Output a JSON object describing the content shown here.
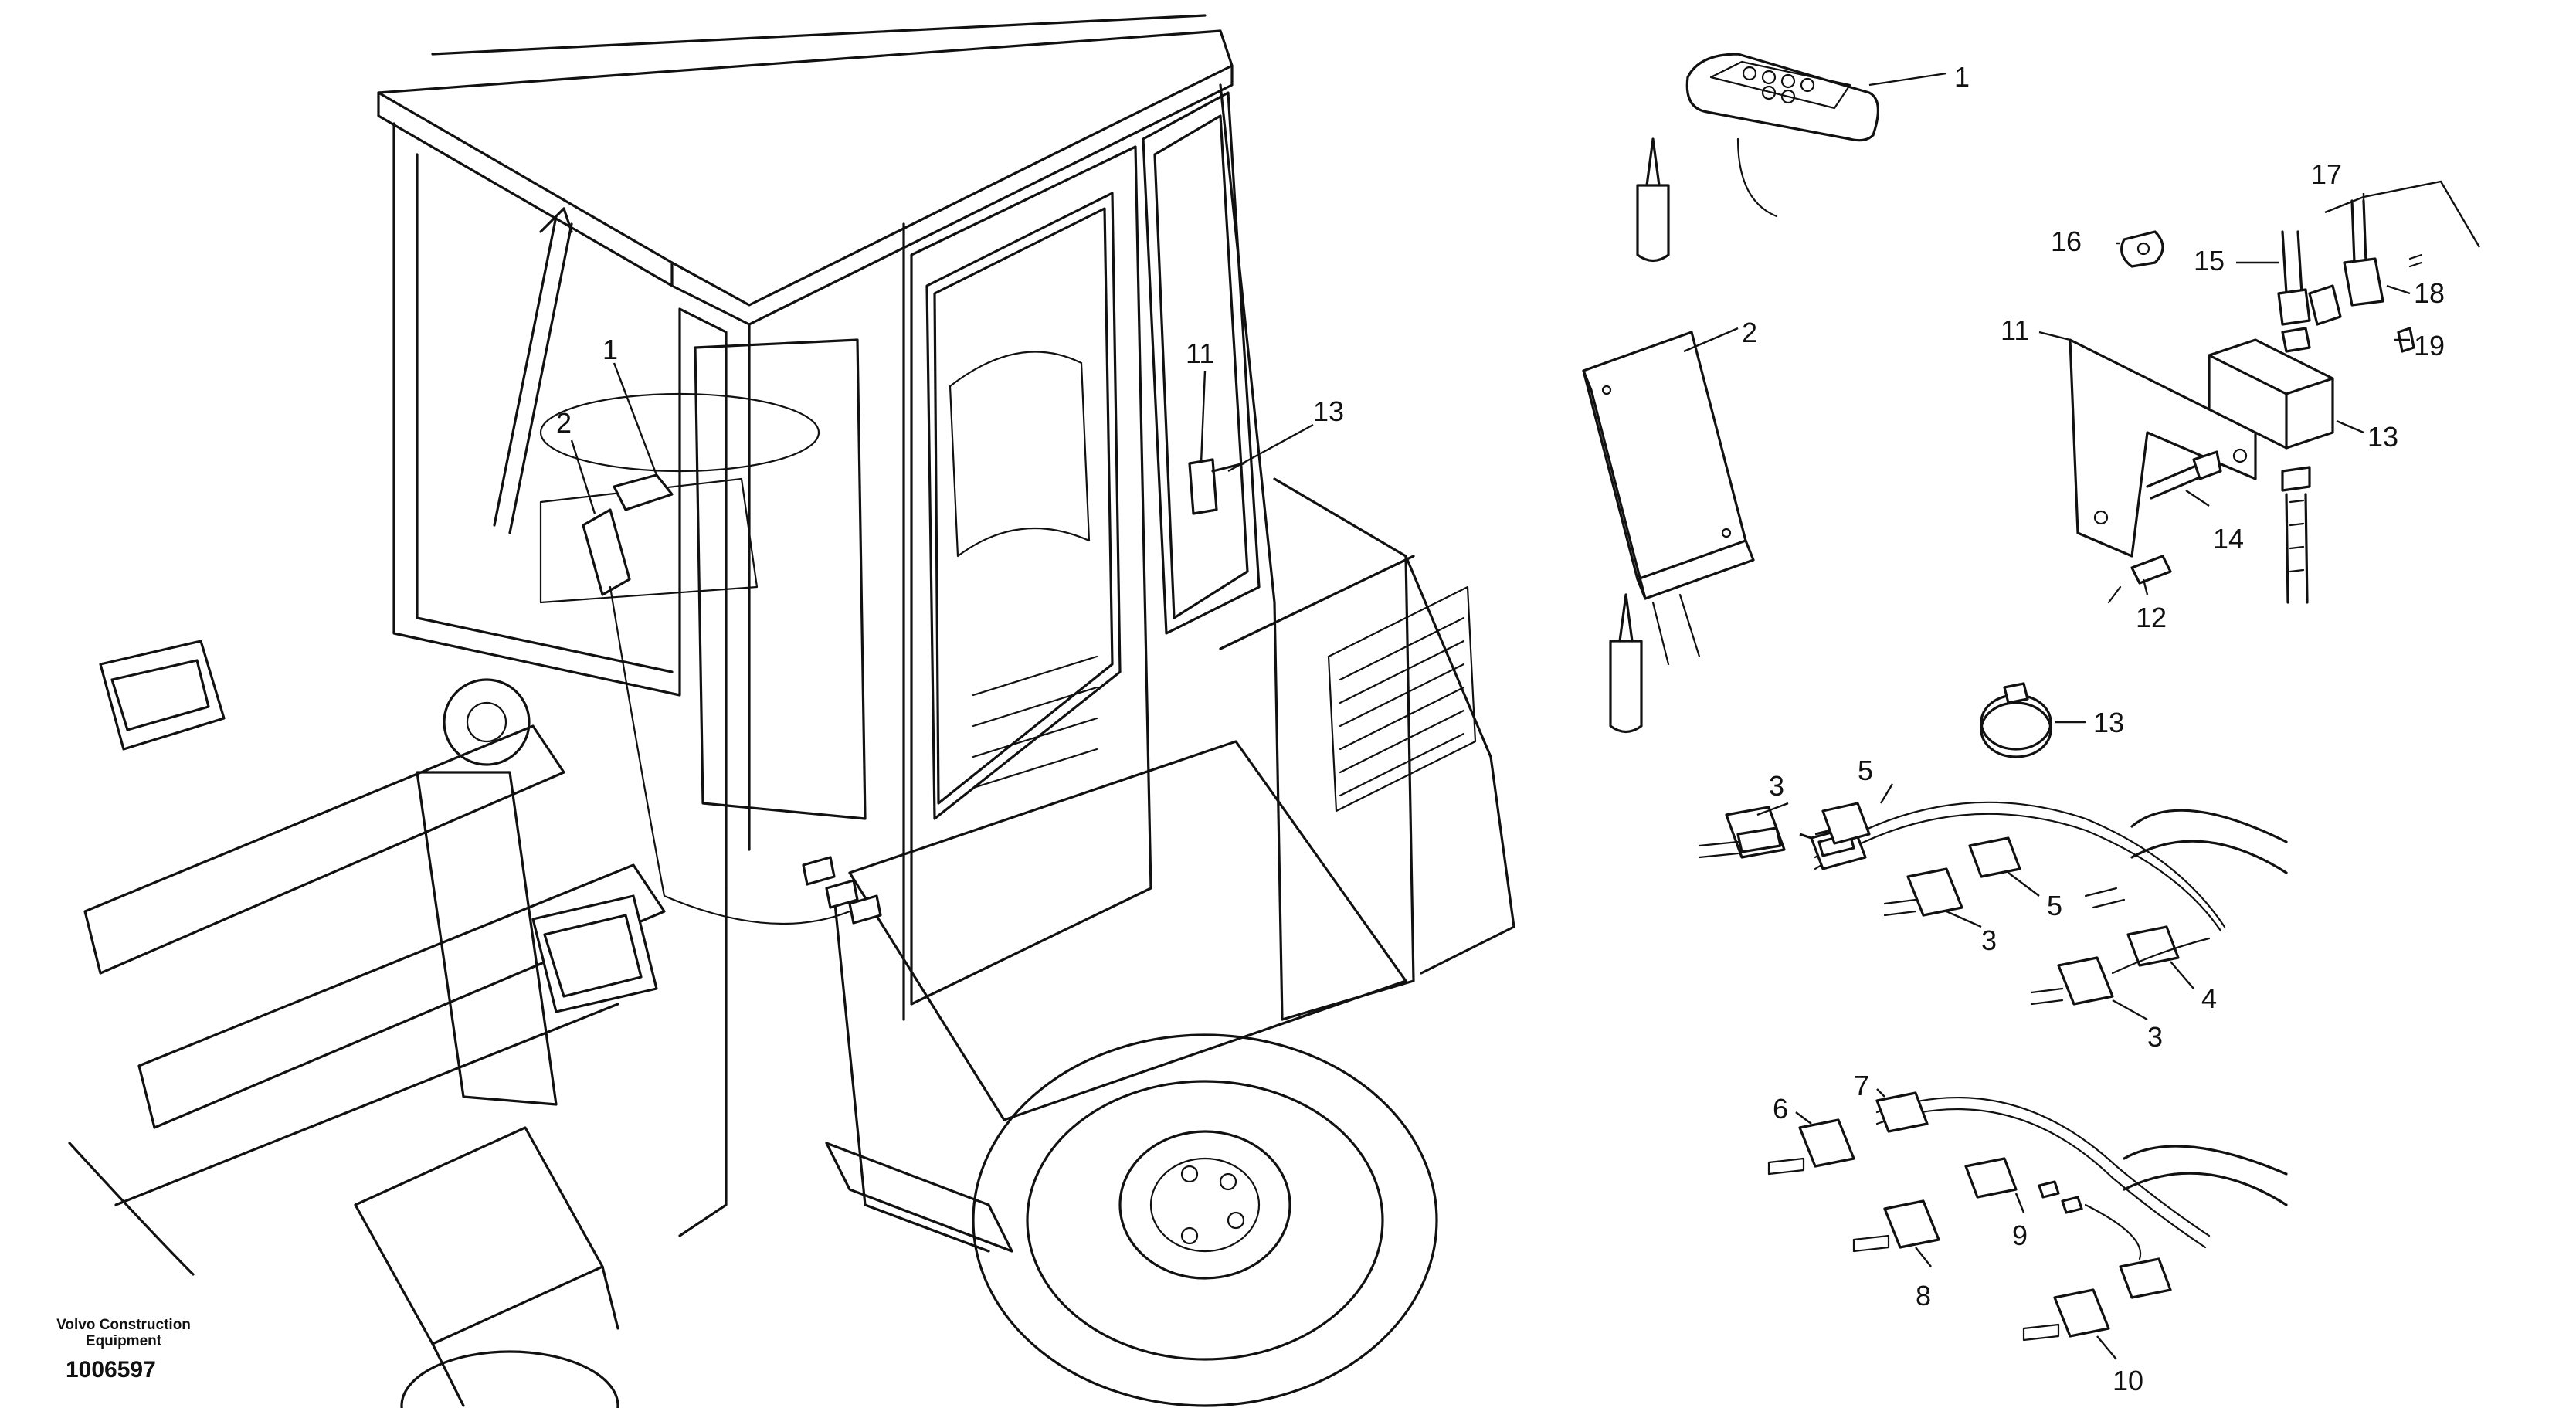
{
  "footer": {
    "brand_line1": "Volvo Construction",
    "brand_line2": "Equipment",
    "figure_number": "1006597"
  },
  "callouts": [
    {
      "id": "c-1-cab",
      "text": "1"
    },
    {
      "id": "c-2-cab",
      "text": "2"
    },
    {
      "id": "c-11-cab",
      "text": "11"
    },
    {
      "id": "c-13-cab",
      "text": "13"
    },
    {
      "id": "c-1",
      "text": "1"
    },
    {
      "id": "c-2",
      "text": "2"
    },
    {
      "id": "c-17",
      "text": "17"
    },
    {
      "id": "c-16",
      "text": "16"
    },
    {
      "id": "c-15",
      "text": "15"
    },
    {
      "id": "c-18",
      "text": "18"
    },
    {
      "id": "c-19",
      "text": "19"
    },
    {
      "id": "c-11",
      "text": "11"
    },
    {
      "id": "c-13a",
      "text": "13"
    },
    {
      "id": "c-14",
      "text": "14"
    },
    {
      "id": "c-12",
      "text": "12"
    },
    {
      "id": "c-13b",
      "text": "13"
    },
    {
      "id": "c-5a",
      "text": "5"
    },
    {
      "id": "c-3a",
      "text": "3"
    },
    {
      "id": "c-5b",
      "text": "5"
    },
    {
      "id": "c-3b",
      "text": "3"
    },
    {
      "id": "c-4",
      "text": "4"
    },
    {
      "id": "c-3c",
      "text": "3"
    },
    {
      "id": "c-7",
      "text": "7"
    },
    {
      "id": "c-6",
      "text": "6"
    },
    {
      "id": "c-9",
      "text": "9"
    },
    {
      "id": "c-8",
      "text": "8"
    },
    {
      "id": "c-10",
      "text": "10"
    }
  ]
}
